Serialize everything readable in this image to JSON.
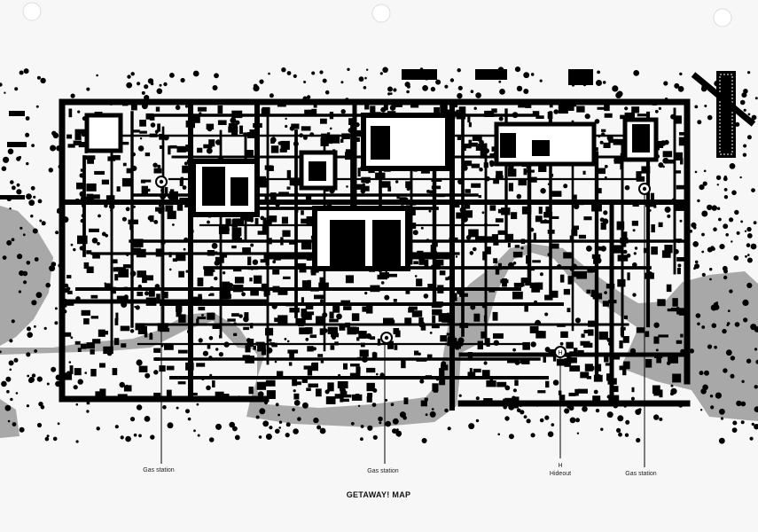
{
  "map": {
    "title": "GETAWAY! MAP",
    "markers": [
      {
        "id": "gas-station-1",
        "label": "Gas station",
        "symbol": ""
      },
      {
        "id": "gas-station-2",
        "label": "Gas station",
        "symbol": ""
      },
      {
        "id": "hideout",
        "label": "Hideout",
        "symbol": "H"
      },
      {
        "id": "gas-station-3",
        "label": "Gas station",
        "symbol": ""
      }
    ]
  },
  "colors": {
    "paper": "#f7f7f7",
    "ink": "#000000",
    "water": "#a8a8a8"
  }
}
